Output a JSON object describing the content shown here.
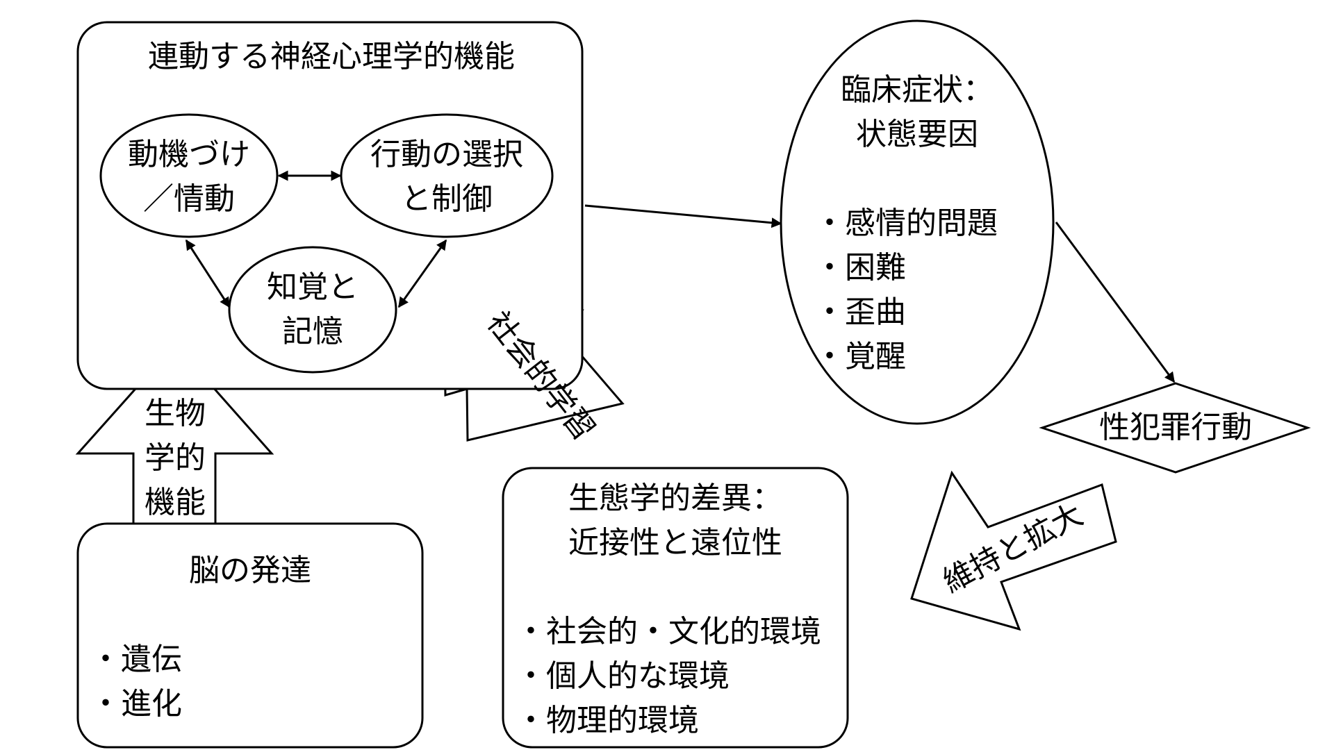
{
  "neuro_box": {
    "title": "連動する神経心理学的機能",
    "motivation": [
      "動機づけ",
      "／情動"
    ],
    "action_selection": [
      "行動の選択",
      "と制御"
    ],
    "perception_memory": [
      "知覚と",
      "記憶"
    ]
  },
  "clinical": {
    "title": [
      "臨床症状：",
      "状態要因"
    ],
    "items": [
      "・感情的問題",
      "・困難",
      "・歪曲",
      "・覚醒"
    ]
  },
  "outcome": {
    "label": "性犯罪行動"
  },
  "brain_box": {
    "title": "脳の発達",
    "items": [
      "・遺伝",
      "・進化"
    ]
  },
  "ecology_box": {
    "title": [
      "生態学的差異：",
      "近接性と遠位性"
    ],
    "items": [
      "・社会的・文化的環境",
      "・個人的な環境",
      "・物理的環境"
    ]
  },
  "arrows": {
    "biological": [
      "生物",
      "学的",
      "機能"
    ],
    "social_learning": "社会的学習",
    "maintenance": "維持と拡大"
  }
}
